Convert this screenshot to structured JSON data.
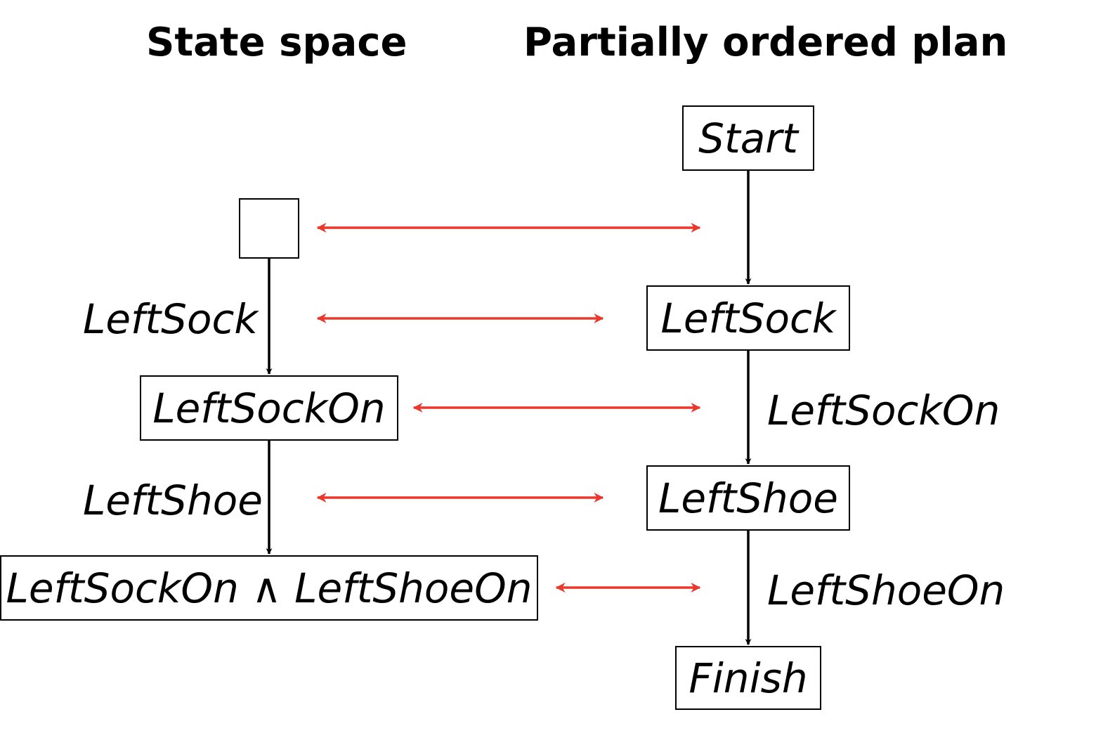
{
  "headings": {
    "left": "State space",
    "right": "Partially ordered plan"
  },
  "state_space": {
    "states": [
      "",
      "LeftSockOn",
      "LeftSockOn ∧ LeftShoeOn"
    ],
    "actions": [
      "LeftSock",
      "LeftShoe"
    ]
  },
  "plan": {
    "steps": [
      "Start",
      "LeftSock",
      "LeftShoe",
      "Finish"
    ],
    "conditions": [
      "LeftSockOn",
      "LeftShoeOn"
    ]
  },
  "colors": {
    "correspondence": "#e8392c",
    "edge": "#000000"
  }
}
